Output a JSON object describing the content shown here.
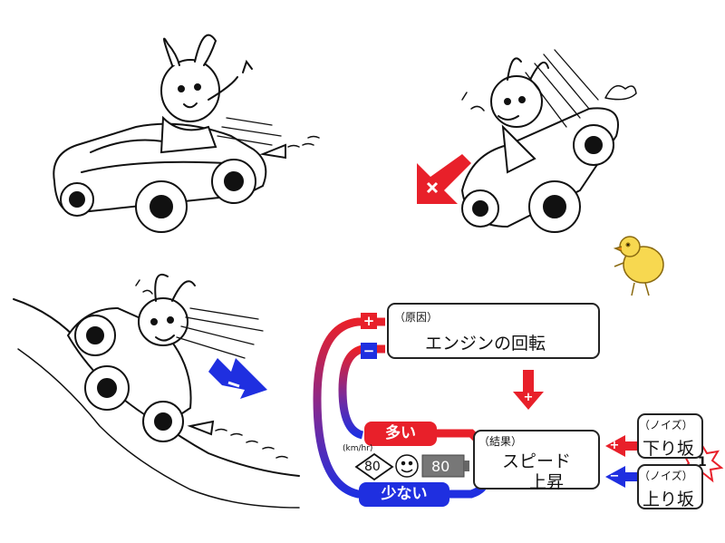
{
  "cause_box": {
    "tag": "（原因）",
    "text": "エンジンの回転"
  },
  "result_box": {
    "tag": "（結果）",
    "line1": "スピード",
    "line2": "上昇"
  },
  "noise_down": {
    "tag": "（ノイズ）",
    "text": "下り坂"
  },
  "noise_up": {
    "tag": "（ノイズ）",
    "text": "上り坂"
  },
  "more_label": "多い",
  "less_label": "少ない",
  "speed_unit": "(km/hr)",
  "speed_sign": "80",
  "speed_meter": "80",
  "plus": "+",
  "minus": "−",
  "burst_number": "1",
  "colors": {
    "red": "#e8202a",
    "blue": "#1f2fe0",
    "purple": "#7a2a9a"
  },
  "icons": [
    "rabbit-car-cruising",
    "rabbit-car-uphill",
    "rabbit-car-downhill",
    "chick",
    "smiley-face",
    "speed-sign",
    "battery-meter"
  ]
}
